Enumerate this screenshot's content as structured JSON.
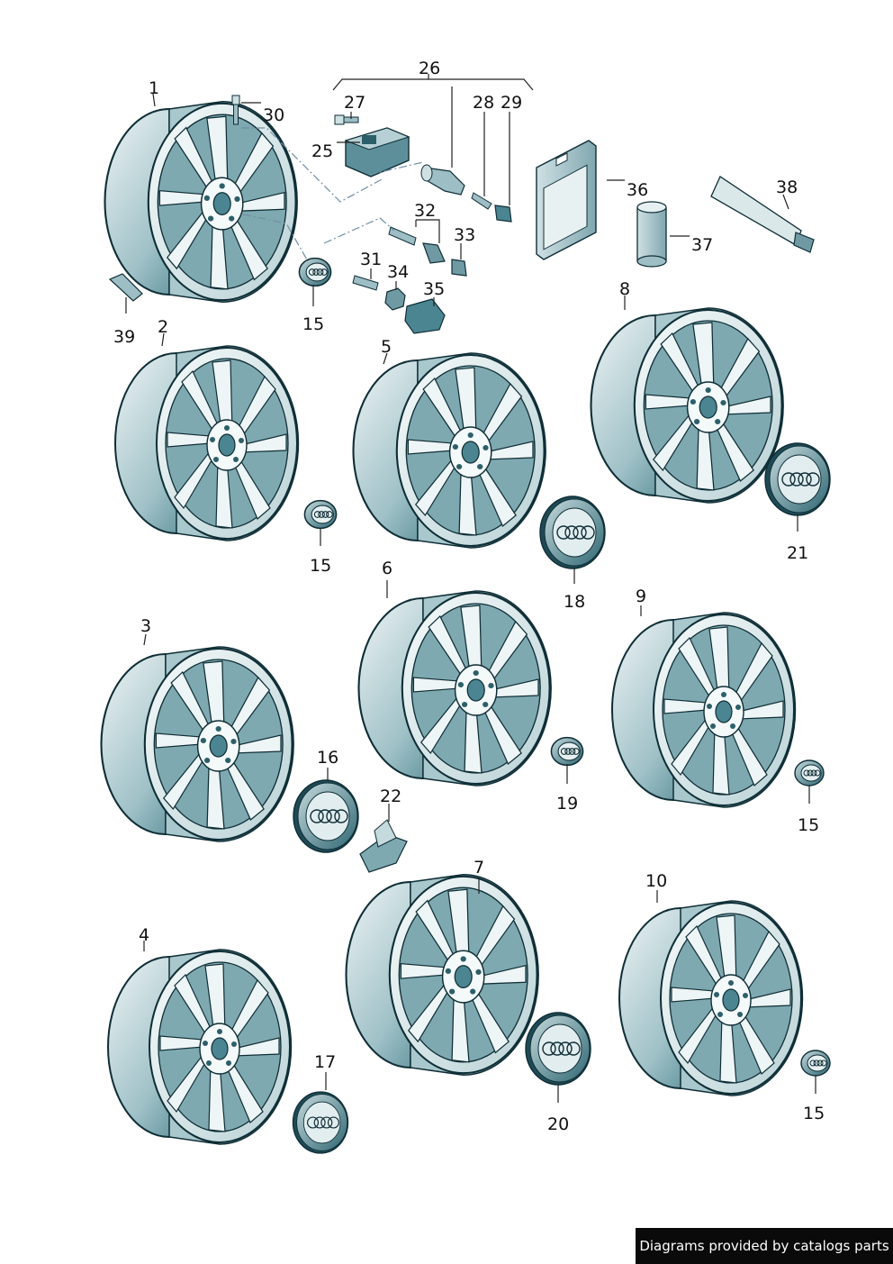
{
  "labels": {
    "n1": "1",
    "n2": "2",
    "n3": "3",
    "n4": "4",
    "n5": "5",
    "n6": "6",
    "n7": "7",
    "n8": "8",
    "n9": "9",
    "n10": "10",
    "n15a": "15",
    "n15b": "15",
    "n15c": "15",
    "n15d": "15",
    "n16": "16",
    "n17": "17",
    "n18": "18",
    "n19": "19",
    "n20": "20",
    "n21": "21",
    "n22": "22",
    "n25": "25",
    "n26": "26",
    "n27": "27",
    "n28": "28",
    "n29": "29",
    "n30": "30",
    "n31": "31",
    "n32": "32",
    "n33": "33",
    "n34": "34",
    "n35": "35",
    "n36": "36",
    "n37": "37",
    "n38": "38",
    "n39": "39"
  },
  "footer": {
    "text": "Diagrams provided by catalogs parts"
  },
  "colors": {
    "part_fill": "#dde8ea",
    "part_shadow": "#3f7c88",
    "outline": "#0f2e36",
    "label": "#111111"
  }
}
